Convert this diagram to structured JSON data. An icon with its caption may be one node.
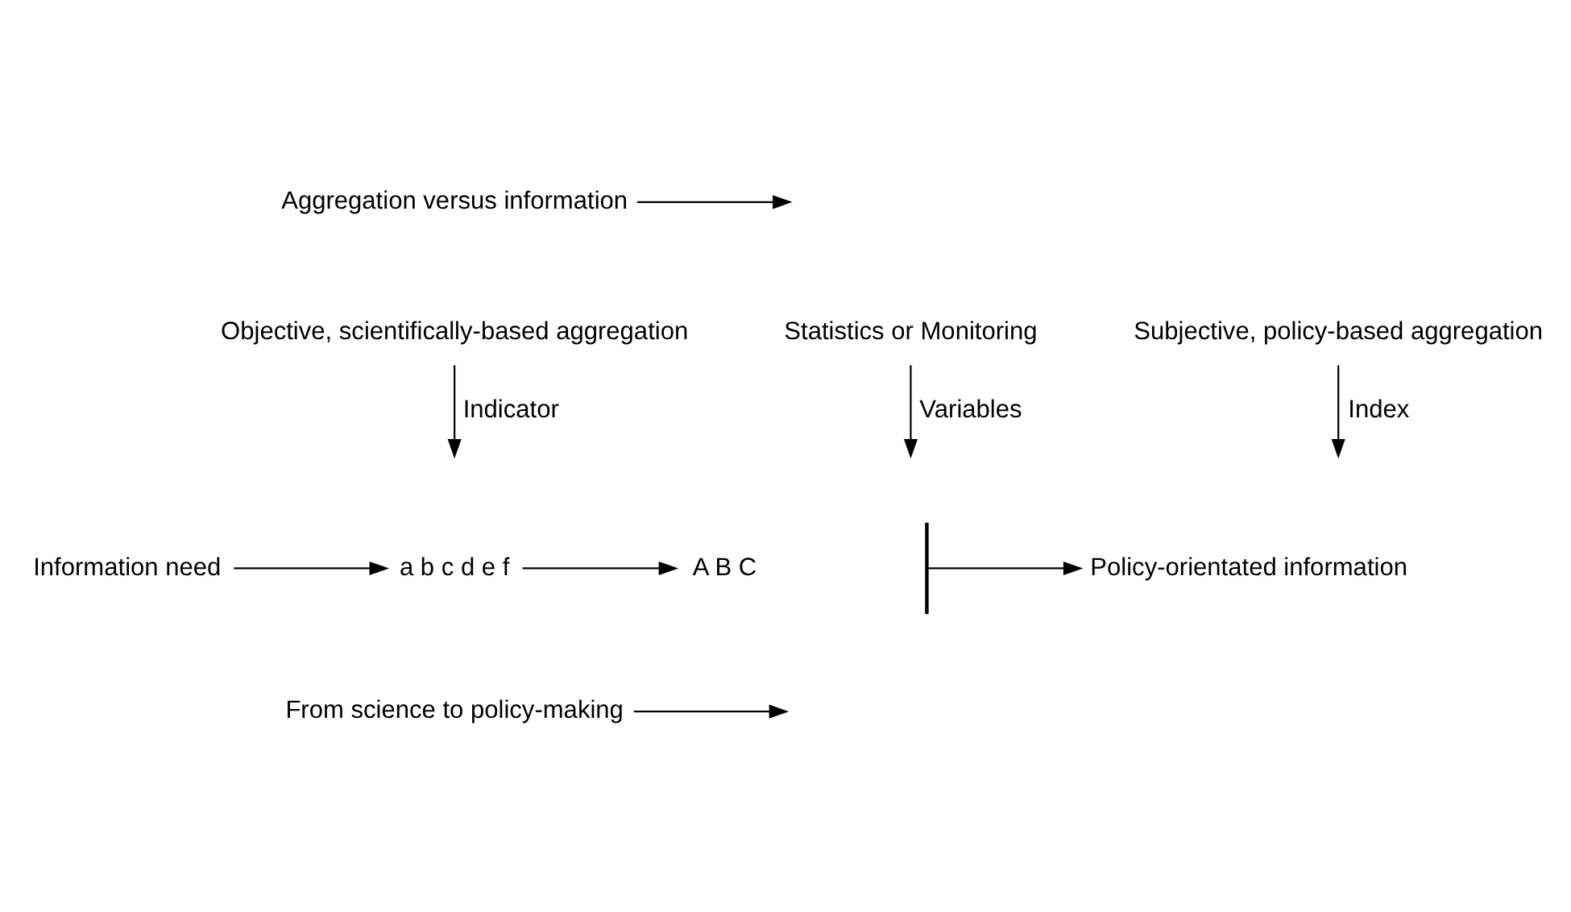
{
  "diagram": {
    "nodes": [
      {
        "text": [
          "Aggregation versus information"
        ]
      },
      {
        "text": [
          "Statistics or Monitoring"
        ]
      },
      {
        "text": [
          "Objective, scientifically-based aggregation"
        ]
      },
      {
        "text": [
          "Subjective, policy-based aggregation"
        ]
      },
      {
        "text": [
          "Information need"
        ]
      },
      {
        "text": [
          "a b c d e f"
        ]
      },
      {
        "text": [
          "A B C"
        ]
      },
      {
        "text": [],
        "shape": "bar"
      },
      {
        "text": [
          "Policy-orientated information"
        ]
      },
      {
        "text": [
          "From science to policy-making"
        ]
      }
    ],
    "edges": [
      {
        "from": 0,
        "to": null,
        "arrow": "to"
      },
      {
        "from": 1,
        "to": null,
        "arrow": "to",
        "label": "Variables"
      },
      {
        "from": 2,
        "to": null,
        "arrow": "to",
        "label": "Indicator"
      },
      {
        "from": 3,
        "to": null,
        "arrow": "to",
        "label": "Index"
      },
      {
        "from": 4,
        "to": 5,
        "arrow": "to"
      },
      {
        "from": 5,
        "to": 6,
        "arrow": "to"
      },
      {
        "from": 7,
        "to": 8,
        "arrow": "to"
      },
      {
        "from": 9,
        "to": null,
        "arrow": "to"
      }
    ]
  }
}
